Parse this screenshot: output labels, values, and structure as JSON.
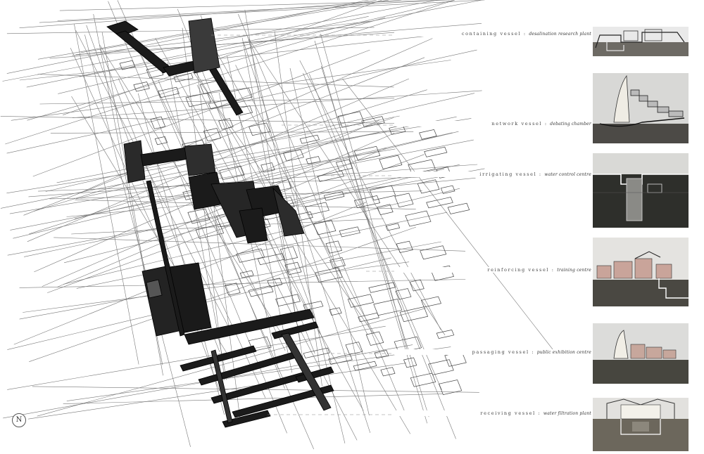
{
  "north_symbol": "N",
  "vessels": [
    {
      "name": "containing vessel",
      "separator": " : ",
      "function": "desalination research plant"
    },
    {
      "name": "network vessel",
      "separator": " : ",
      "function": "debating chamber"
    },
    {
      "name": "irrigating vessel",
      "separator": " : ",
      "function": "water control centre"
    },
    {
      "name": "reinforcing vessel",
      "separator": " : ",
      "function": "training centre"
    },
    {
      "name": "passaging vessel",
      "separator": " : ",
      "function": "public exhibition centre"
    },
    {
      "name": "receiving vessel",
      "separator": " : ",
      "function": "water filtration plant"
    }
  ]
}
